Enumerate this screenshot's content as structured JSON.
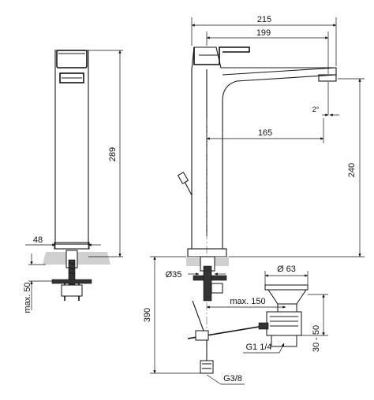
{
  "dimensions": {
    "side_height": "289",
    "side_base_width": "48",
    "side_max_thickness": "max. 50",
    "total_width": "215",
    "spout_width": "199",
    "spout_reach": "165",
    "spout_height": "240",
    "spout_angle": "2°",
    "hole_diameter": "Ø35",
    "hose_length": "390",
    "max_distance": "max. 150",
    "waste_diameter": "Ø 63",
    "waste_range": "30 - 50",
    "waste_thread": "G1 1/4",
    "hose_thread": "G3/8"
  }
}
